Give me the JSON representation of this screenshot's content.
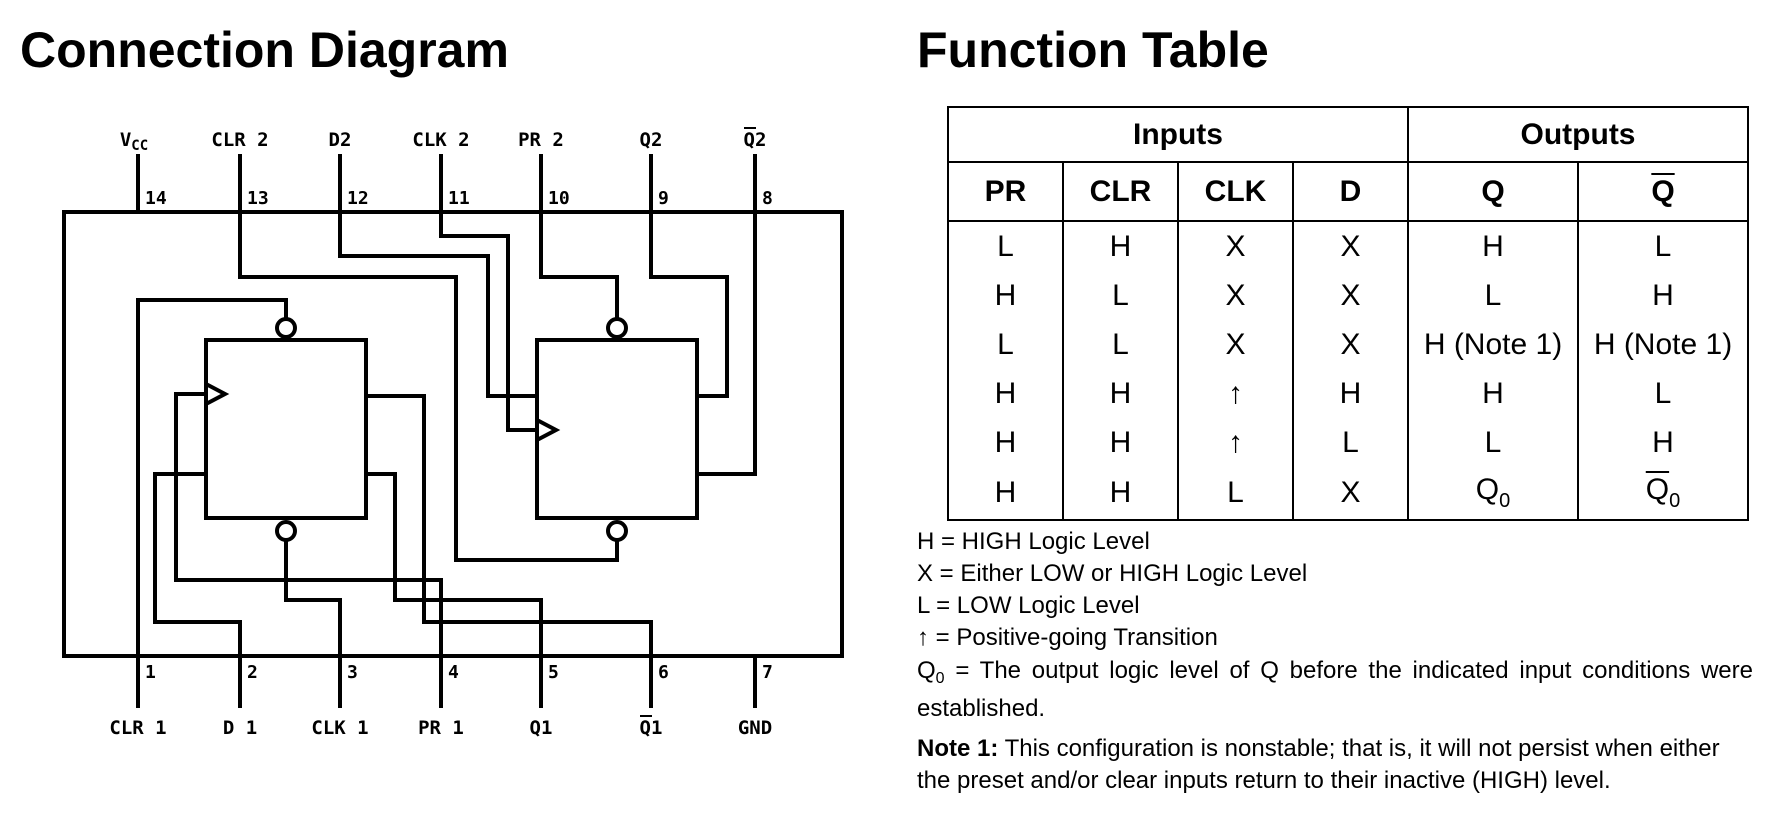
{
  "connection_diagram": {
    "heading": "Connection Diagram",
    "pins_top": [
      {
        "num": "14",
        "label": "VCC"
      },
      {
        "num": "13",
        "label": "CLR 2"
      },
      {
        "num": "12",
        "label": "D2"
      },
      {
        "num": "11",
        "label": "CLK 2"
      },
      {
        "num": "10",
        "label": "PR 2"
      },
      {
        "num": "9",
        "label": "Q2"
      },
      {
        "num": "8",
        "label": "Q2 (complement)"
      }
    ],
    "pins_bottom": [
      {
        "num": "1",
        "label": "CLR 1"
      },
      {
        "num": "2",
        "label": "D 1"
      },
      {
        "num": "3",
        "label": "CLK 1"
      },
      {
        "num": "4",
        "label": "PR 1"
      },
      {
        "num": "5",
        "label": "Q1"
      },
      {
        "num": "6",
        "label": "Q1 (complement)"
      },
      {
        "num": "7",
        "label": "GND"
      }
    ]
  },
  "function_table": {
    "heading": "Function Table",
    "group_headers": [
      "Inputs",
      "Outputs"
    ],
    "columns": [
      "PR",
      "CLR",
      "CLK",
      "D",
      "Q",
      "Q"
    ],
    "rows": [
      [
        "L",
        "H",
        "X",
        "X",
        "H",
        "L"
      ],
      [
        "H",
        "L",
        "X",
        "X",
        "L",
        "H"
      ],
      [
        "L",
        "L",
        "X",
        "X",
        "H (Note 1)",
        "H (Note 1)"
      ],
      [
        "H",
        "H",
        "↑",
        "H",
        "H",
        "L"
      ],
      [
        "H",
        "H",
        "↑",
        "L",
        "L",
        "H"
      ],
      [
        "H",
        "H",
        "L",
        "X",
        "Q",
        "Q"
      ]
    ],
    "last_row_subscript": "0"
  },
  "legend": [
    "H = HIGH Logic Level",
    "X = Either LOW or HIGH Logic Level",
    "L = LOW Logic Level",
    "↑ = Positive-going Transition"
  ],
  "q0_definition": {
    "symbol": "Q",
    "subscript": "0",
    "text": " = The output logic level of Q before the indicated input conditions were established."
  },
  "note": {
    "label": "Note 1:",
    "text": " This configuration is nonstable; that is, it will not persist when either the preset and/or clear inputs return to their inactive (HIGH) level."
  }
}
